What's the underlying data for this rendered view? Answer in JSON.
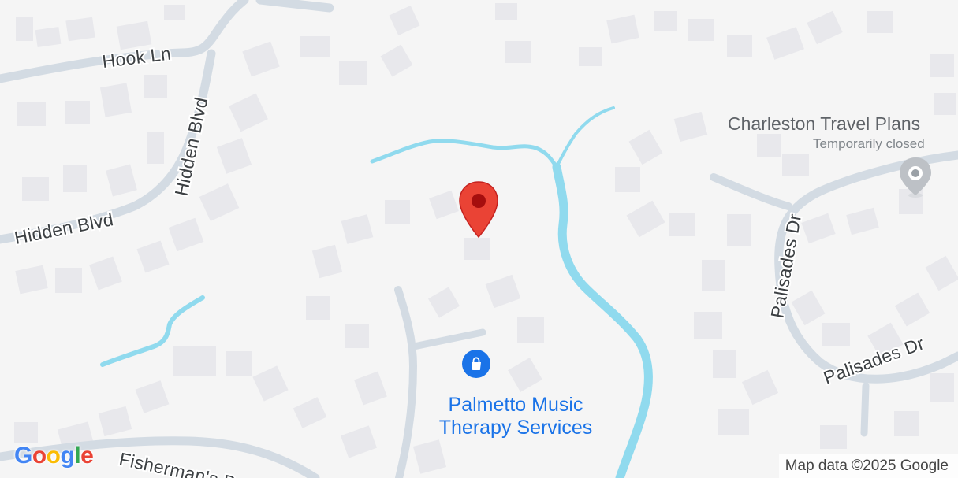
{
  "map": {
    "roads": {
      "hook_ln": "Hook Ln",
      "hidden_blvd_vertical": "Hidden Blvd",
      "hidden_blvd": "Hidden Blvd",
      "palisades_dr_vertical": "Palisades Dr",
      "palisades_dr": "Palisades Dr",
      "fishermans_bend": "Fisherman's Bend"
    },
    "places": [
      {
        "name_line1": "Palmetto Music",
        "name_line2": "Therapy Services",
        "icon": "shopping-bag-icon",
        "color": "#1a73e8"
      },
      {
        "name": "Charleston Travel Plans",
        "status": "Temporarily closed",
        "icon": "location-pin-gray-icon"
      }
    ],
    "marker": {
      "icon": "red-location-pin-icon",
      "color": "#ea4335"
    },
    "logo": {
      "letters": [
        "G",
        "o",
        "o",
        "g",
        "l",
        "e"
      ],
      "colors": [
        "#4285f4",
        "#ea4335",
        "#fbbc04",
        "#4285f4",
        "#34a853",
        "#ea4335"
      ]
    },
    "attribution": "Map data ©2025 Google",
    "colors": {
      "background": "#f5f5f5",
      "building": "#e8e8ec",
      "road": "#d3dbe3",
      "water": "#90daee"
    }
  }
}
